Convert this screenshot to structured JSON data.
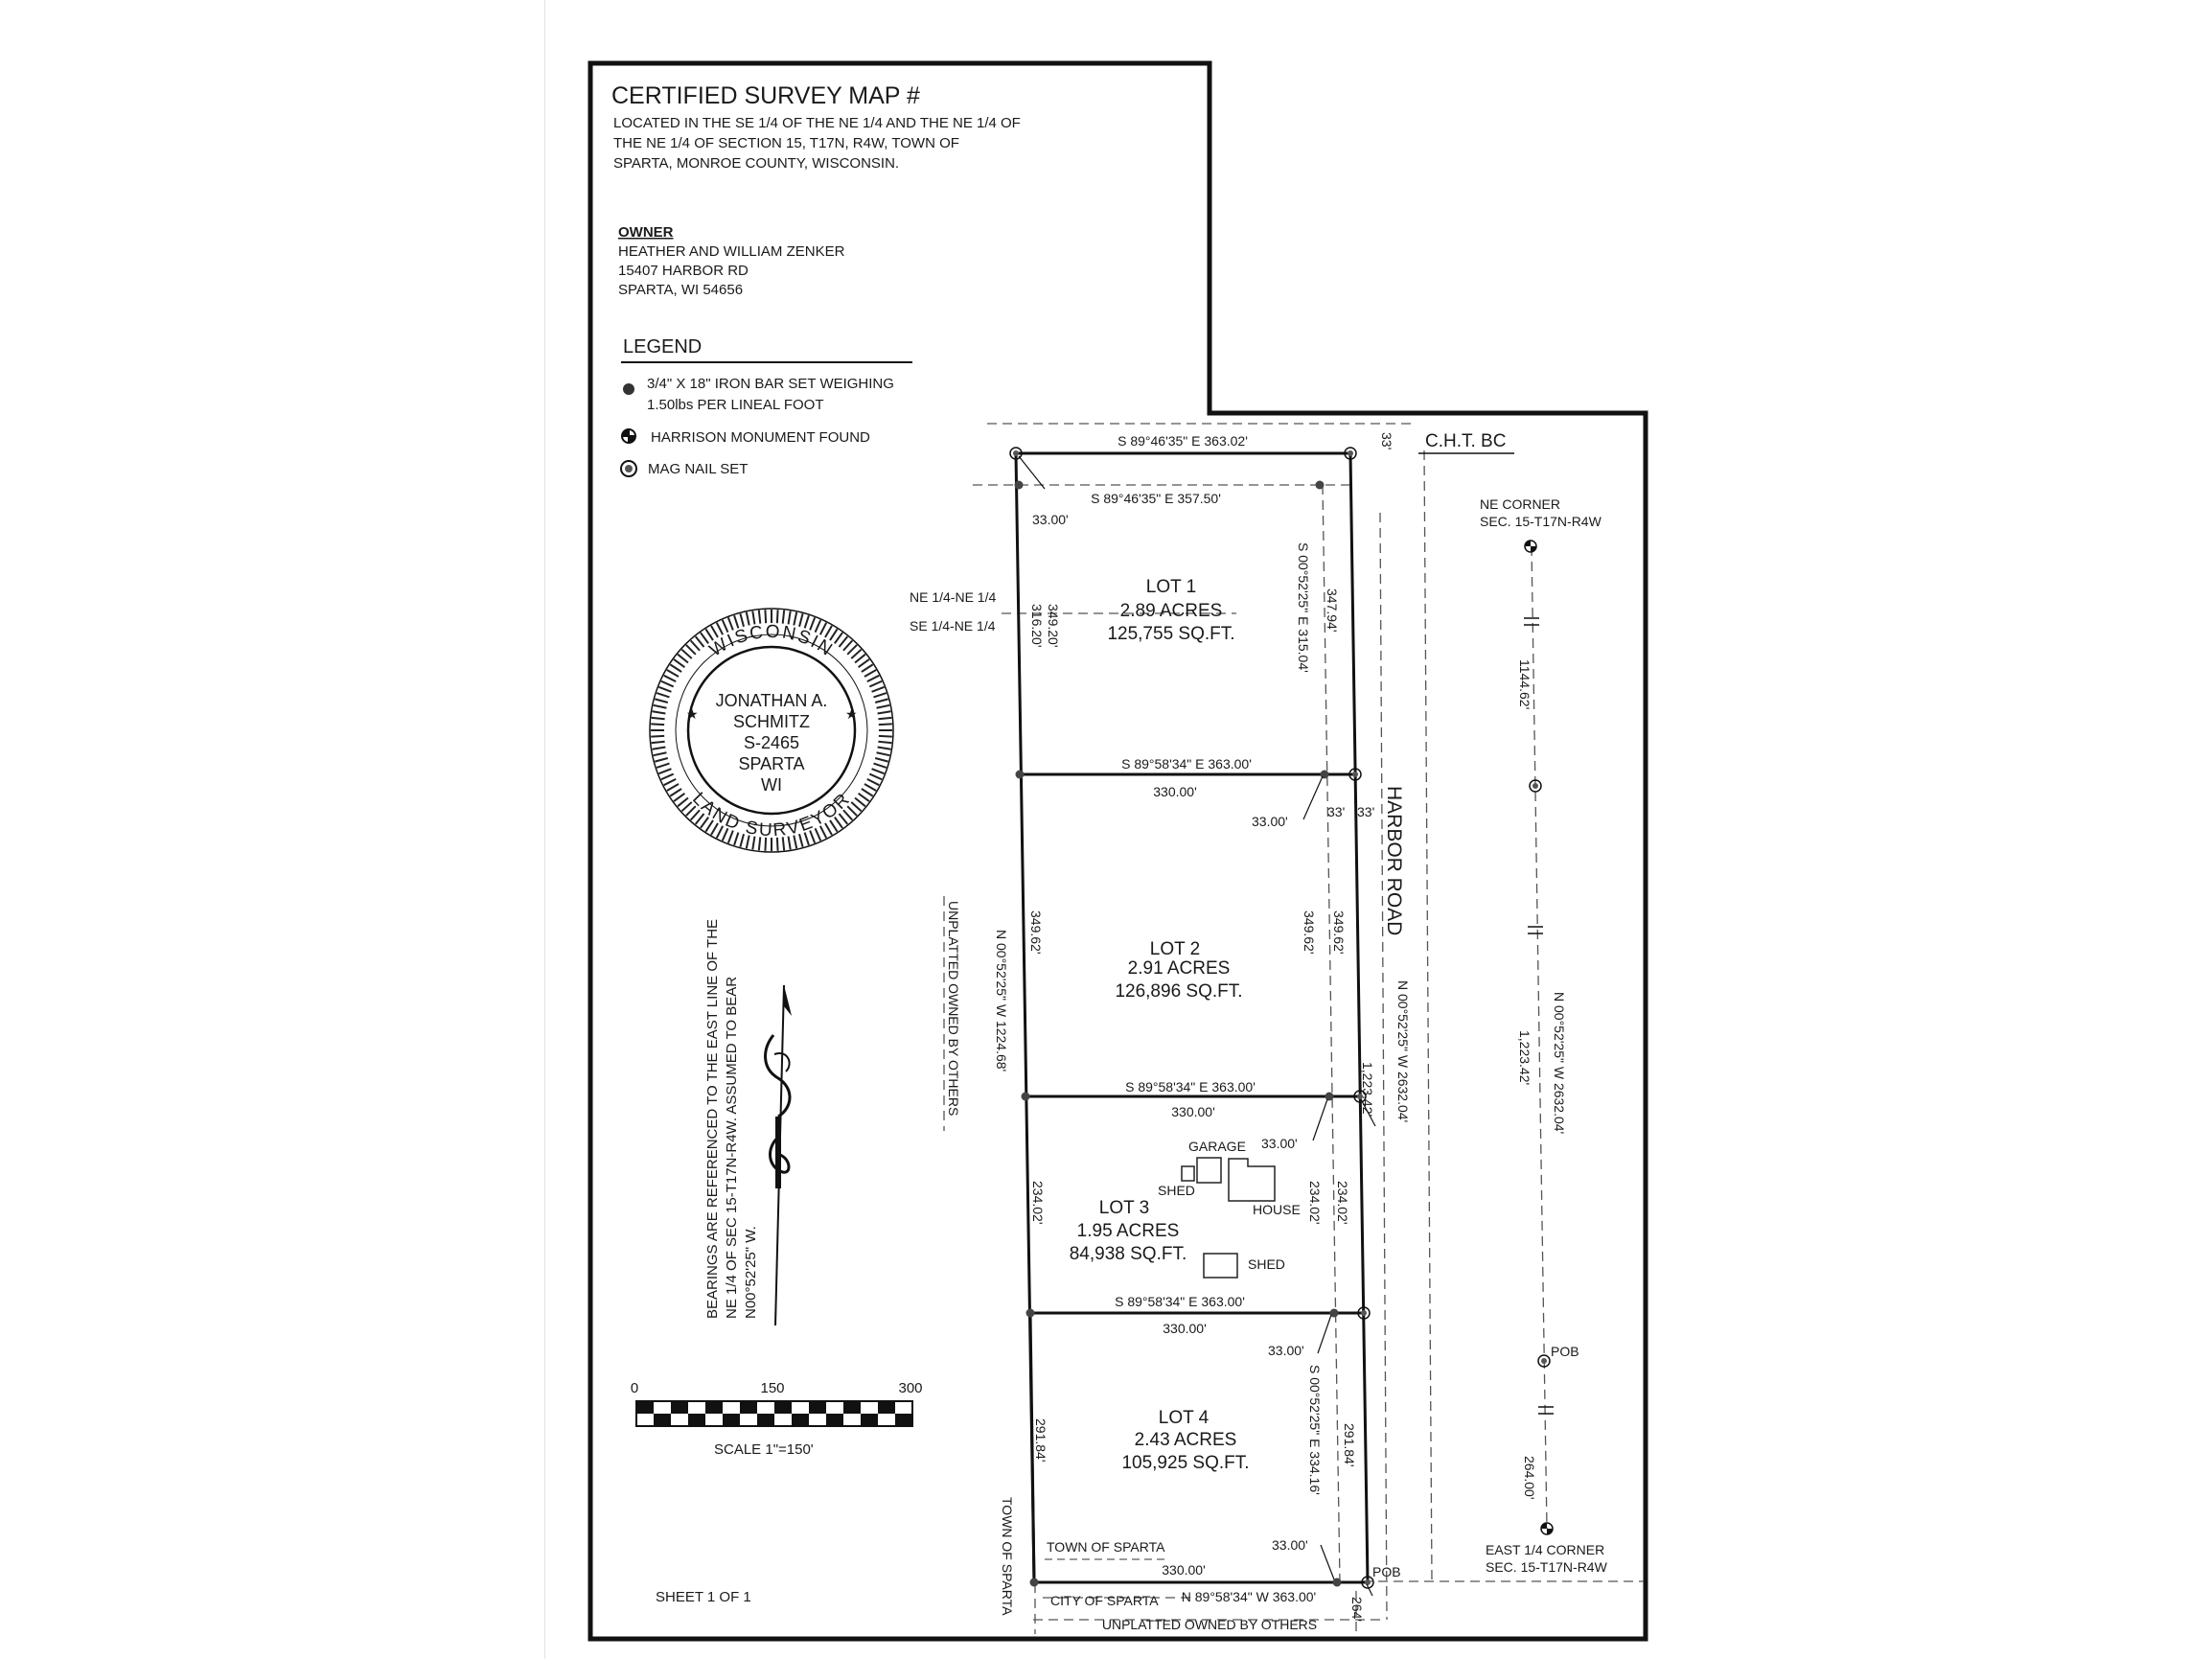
{
  "title": "CERTIFIED SURVEY MAP #",
  "location": [
    "LOCATED IN THE SE 1/4 OF THE NE 1/4 AND THE NE 1/4 OF",
    "THE NE 1/4  OF SECTION 15, T17N, R4W, TOWN OF",
    "SPARTA, MONROE COUNTY, WISCONSIN."
  ],
  "owner": {
    "heading": "OWNER",
    "lines": [
      "HEATHER AND WILLIAM ZENKER",
      "15407 HARBOR RD",
      "SPARTA, WI 54656"
    ]
  },
  "legend": {
    "heading": "LEGEND",
    "items": [
      {
        "icon": "iron-bar-dot",
        "lines": [
          "3/4\" X 18\"  IRON BAR SET WEIGHING",
          "1.50lbs PER LINEAL FOOT"
        ]
      },
      {
        "icon": "harrison-monument",
        "lines": [
          "HARRISON MONUMENT FOUND"
        ]
      },
      {
        "icon": "mag-nail",
        "lines": [
          "MAG NAIL SET"
        ]
      }
    ]
  },
  "seal": {
    "ring_top": "WISCONSIN",
    "ring_bottom": "LAND SURVEYOR",
    "lines": [
      "JONATHAN A.",
      "SCHMITZ",
      "S-2465",
      "SPARTA",
      "WI"
    ]
  },
  "bearing_note": [
    "BEARINGS ARE REFERENCED TO THE EAST LINE OF THE",
    "NE 1/4 OF SEC 15-T17N-R4W. ASSUMED TO BEAR",
    "N00°52'25\" W."
  ],
  "scale": {
    "ticks": [
      "0",
      "150",
      "300"
    ],
    "label": "SCALE 1\"=150'"
  },
  "sheet": "SHEET 1 OF 1",
  "lots": [
    {
      "name": "LOT 1",
      "acres": "2.89 ACRES",
      "sqft": "125,755 SQ.FT."
    },
    {
      "name": "LOT 2",
      "acres": "2.91 ACRES",
      "sqft": "126,896 SQ.FT."
    },
    {
      "name": "LOT 3",
      "acres": "1.95 ACRES",
      "sqft": "84,938 SQ.FT."
    },
    {
      "name": "LOT 4",
      "acres": "2.43 ACRES",
      "sqft": "105,925 SQ.FT."
    }
  ],
  "buildings": {
    "garage": "GARAGE",
    "shed1": "SHED",
    "house": "HOUSE",
    "shed2": "SHED"
  },
  "labels": {
    "cht": "C.H.T. BC",
    "top_bearing": "S 89°46'35\" E  363.02'",
    "top_inner": "S 89°46'35\" E  357.50'",
    "d33_lot1": "33.00'",
    "ne_ne": "NE 1/4-NE 1/4",
    "se_ne": "SE 1/4-NE 1/4",
    "l1_west_a": "349.20'",
    "l1_west_b": "316.20'",
    "l1_east_bearing": "S 00°52'25\" E  315.04'",
    "l1_east_dist": "347.94'",
    "b12_bearing": "S 89°58'34\" E  363.00'",
    "b12_dist": "330.00'",
    "b12_33": "33.00'",
    "b12_row": "33'",
    "b12_row2": "33'",
    "l2_west_dist": "349.62'",
    "west_line": "N 00°52'25\" W  1224.68'",
    "l2_inner": "349.62'",
    "l2_east": "349.62'",
    "unplatted_west": "UNPLATTED OWNED BY OTHERS",
    "harbor_road": "HARBOR ROAD",
    "road_line": "N 00°52'25\" W 2632.04'",
    "road_dist": "1,223.42'",
    "b23_bearing": "S 89°58'34\" E  363.00'",
    "b23_dist": "330.00'",
    "b23_33": "33.00'",
    "l3_west": "234.02'",
    "l3_inner": "234.02'",
    "l3_east": "234.02'",
    "b34_bearing": "S 89°58'34\" E  363.00'",
    "b34_dist": "330.00'",
    "b34_33": "33.00'",
    "l4_west": "291.84'",
    "l4_inner": "S 00°52'25\" E  334.16'",
    "l4_east": "291.84'",
    "town_sparta_h": "TOWN  OF SPARTA",
    "town_sparta_v": "TOWN OF SPARTA",
    "bottom_dist": "330.00'",
    "bottom_33": "33.00'",
    "city_sparta": "CITY OF SPARTA",
    "bottom_bearing": "N 89°58'34\" W  363.00'",
    "d264_bottom": "264'",
    "pob_main": "POB",
    "unplatted_bottom": "UNPLATTED OWNED BY OTHERS",
    "rd33": "33'",
    "ne_corner_1": "NE CORNER",
    "ne_corner_2": "SEC. 15-T17N-R4W",
    "east_a": "1144.62'",
    "east_bearing": "N 00°52'25\" W 2632.04'",
    "east_b": "1,223.42'",
    "pob_east": "POB",
    "east_264": "264.00'",
    "east_quarter_1": "EAST 1/4 CORNER",
    "east_quarter_2": "SEC. 15-T17N-R4W"
  }
}
